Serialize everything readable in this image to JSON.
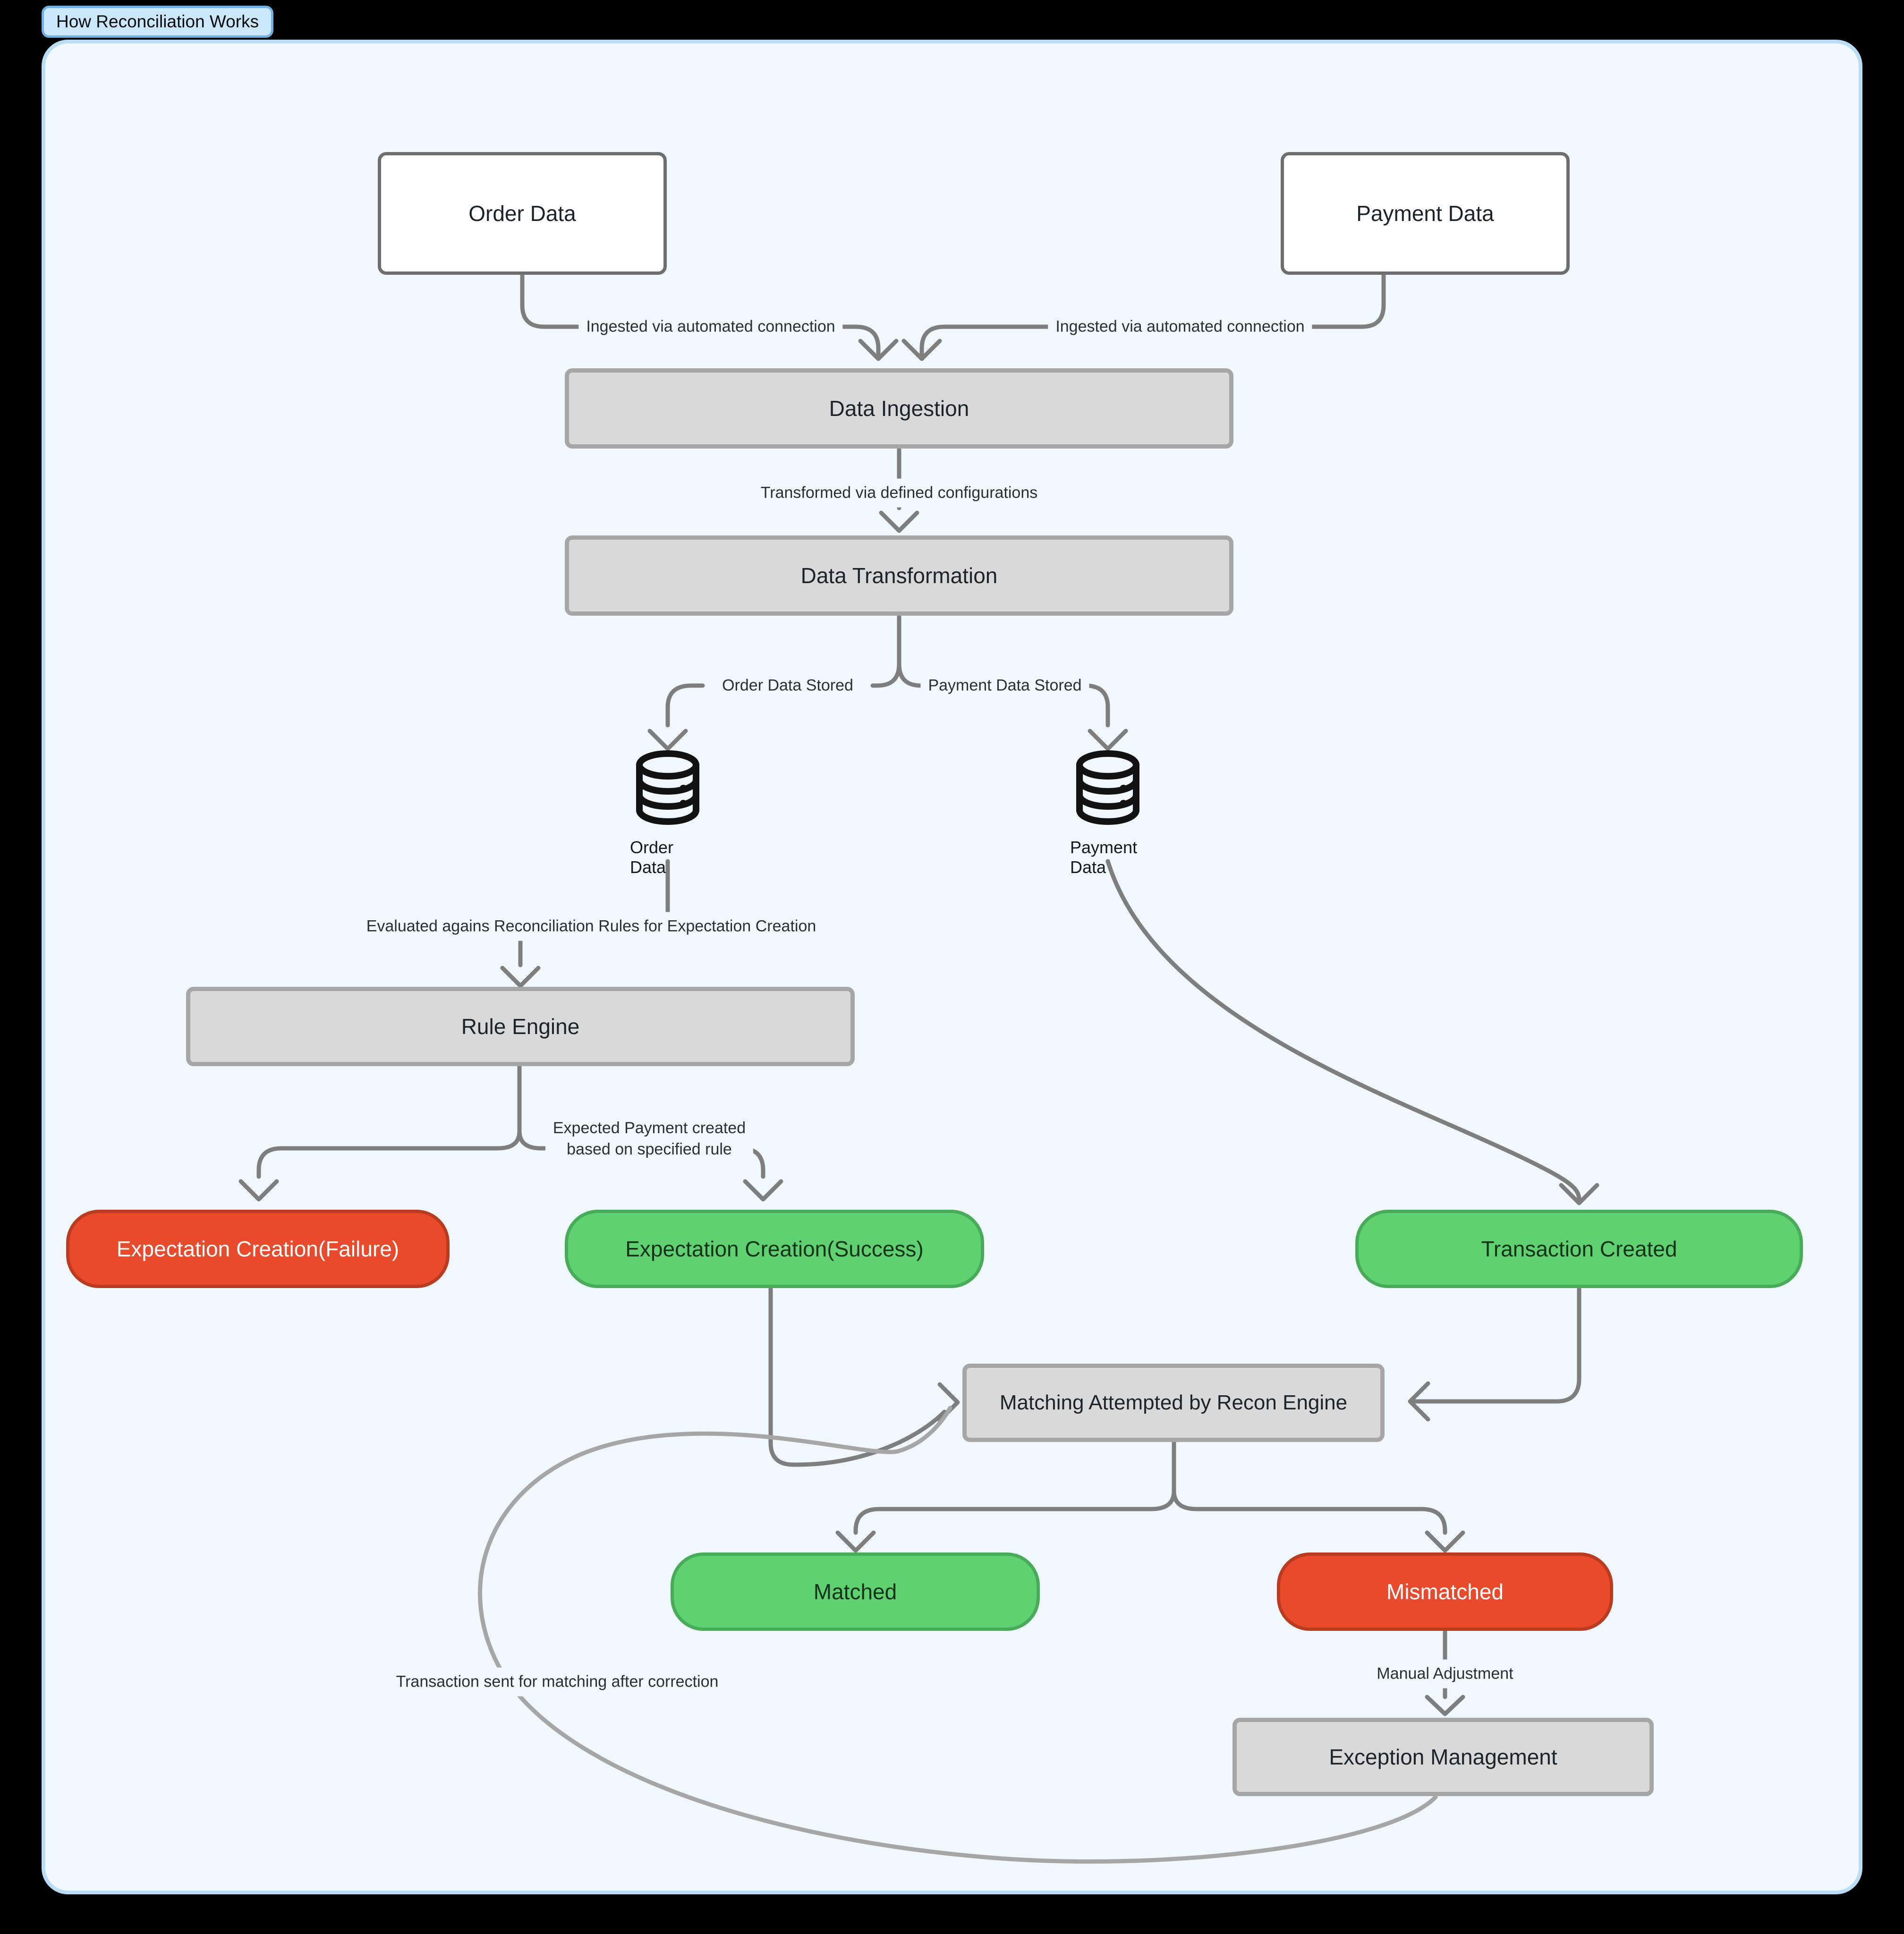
{
  "title_badge": "How Reconciliation Works",
  "colors": {
    "page_bg": "#000000",
    "canvas_bg": "#f0f8fe",
    "canvas_border": "#b9ddf5",
    "badge_bg": "#cbe7fb",
    "badge_border": "#6cb0e5",
    "process_box_bg": "#d9d9d9",
    "process_box_border": "#a6a6a6",
    "source_box_bg": "#ffffff",
    "source_box_border": "#6e6e6e",
    "success_bg": "#60d170",
    "success_border": "#48ab58",
    "failure_bg": "#e84a2b",
    "failure_border": "#bb3b20",
    "edge_stroke": "#7e7e7e"
  },
  "nodes": {
    "order_source": "Order Data",
    "payment_source": "Payment Data",
    "data_ingestion": "Data Ingestion",
    "data_transformation": "Data Transformation",
    "order_db": "Order Data",
    "payment_db": "Payment Data",
    "rule_engine": "Rule Engine",
    "expectation_failure": "Expectation Creation(Failure)",
    "expectation_success": "Expectation Creation(Success)",
    "transaction_created": "Transaction Created",
    "matching": "Matching Attempted by Recon Engine",
    "matched": "Matched",
    "mismatched": "Mismatched",
    "exception_management": "Exception Management"
  },
  "edge_labels": {
    "ingested_left": "Ingested via automated connection",
    "ingested_right": "Ingested via automated connection",
    "transformed": "Transformed via defined configurations",
    "order_stored": "Order Data Stored",
    "payment_stored": "Payment Data Stored",
    "evaluated": "Evaluated agains Reconciliation Rules for Expectation Creation",
    "expected_line1": "Expected Payment created",
    "expected_line2": "based on specified rule",
    "manual_adjustment": "Manual Adjustment",
    "sent_after_correction": "Transaction sent for matching after correction"
  }
}
